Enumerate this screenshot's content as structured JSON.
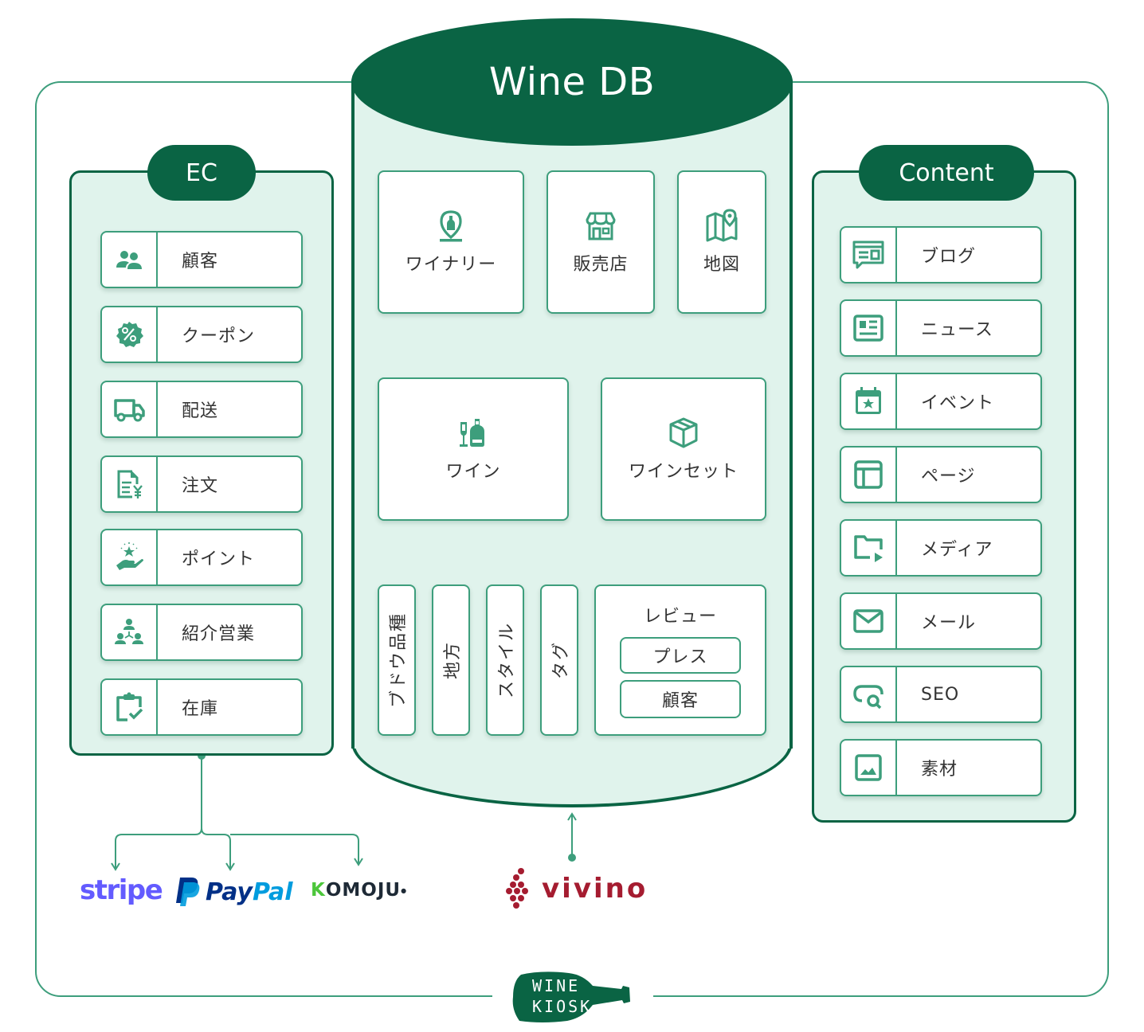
{
  "colors": {
    "dark_green": "#0a6444",
    "accent_green": "#3d9e7c",
    "panel_bg": "#e0f3ec",
    "stripe": "#635bff",
    "paypal_dark": "#003087",
    "paypal_light": "#009cde",
    "komoju_green": "#4cc63b",
    "vivino_red": "#a51c30"
  },
  "database": {
    "title": "Wine DB",
    "top_row": [
      {
        "label": "ワイナリー",
        "icon": "winery-location-pin-icon"
      },
      {
        "label": "販売店",
        "icon": "store-icon"
      },
      {
        "label": "地図",
        "icon": "map-pin-icon"
      }
    ],
    "middle_row": [
      {
        "label": "ワイン",
        "icon": "wine-glass-bottle-icon"
      },
      {
        "label": "ワインセット",
        "icon": "box-icon"
      }
    ],
    "attributes": [
      {
        "label": "ブドウ品種"
      },
      {
        "label": "地方"
      },
      {
        "label": "スタイル"
      },
      {
        "label": "タグ"
      }
    ],
    "review": {
      "label": "レビュー",
      "sub_items": [
        "プレス",
        "顧客"
      ]
    }
  },
  "ec_panel": {
    "title": "EC",
    "items": [
      {
        "label": "顧客",
        "icon": "users-icon"
      },
      {
        "label": "クーポン",
        "icon": "percent-badge-icon"
      },
      {
        "label": "配送",
        "icon": "truck-icon"
      },
      {
        "label": "注文",
        "icon": "invoice-yen-icon"
      },
      {
        "label": "ポイント",
        "icon": "hand-star-icon"
      },
      {
        "label": "紹介営業",
        "icon": "referral-network-icon"
      },
      {
        "label": "在庫",
        "icon": "clipboard-check-icon"
      }
    ]
  },
  "content_panel": {
    "title": "Content",
    "items": [
      {
        "label": "ブログ",
        "icon": "blog-comment-icon"
      },
      {
        "label": "ニュース",
        "icon": "newspaper-icon"
      },
      {
        "label": "イベント",
        "icon": "calendar-star-icon"
      },
      {
        "label": "ページ",
        "icon": "page-layout-icon"
      },
      {
        "label": "メディア",
        "icon": "media-folder-icon"
      },
      {
        "label": "メール",
        "icon": "mail-icon"
      },
      {
        "label": "SEO",
        "icon": "seo-search-icon"
      },
      {
        "label": "素材",
        "icon": "image-icon"
      }
    ]
  },
  "integrations": {
    "payments": [
      {
        "name": "stripe"
      },
      {
        "name": "PayPal",
        "parts": [
          "Pay",
          "Pal"
        ]
      },
      {
        "name": "KOMOJU",
        "first": "K",
        "rest": "OMOJU"
      }
    ],
    "reviews": {
      "name": "vivino"
    }
  },
  "brand": {
    "line1": "WINE",
    "line2": "KIOSK"
  }
}
